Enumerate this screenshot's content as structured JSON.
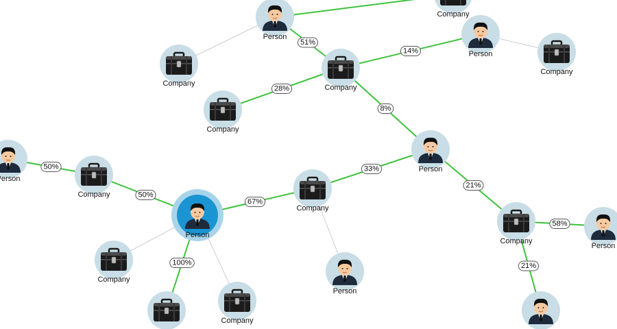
{
  "colors": {
    "ownership_edge": "#3cc23c",
    "plain_edge": "#cccccc",
    "node_circle": "#c8dde6",
    "selected_ring": "#a8d4ea",
    "selected_fill": "#1a95d2",
    "briefcase": "#1b1b1b",
    "suit": "#1e2b3c",
    "skin": "#f7c9a0",
    "hair": "#111111"
  },
  "nodes": [
    {
      "id": "p_top",
      "type": "person",
      "label": "Person"
    },
    {
      "id": "c_topright",
      "type": "company",
      "label": "Company"
    },
    {
      "id": "c_left_top",
      "type": "company",
      "label": "Company"
    },
    {
      "id": "c_center_top",
      "type": "company",
      "label": "Company"
    },
    {
      "id": "p_right_top",
      "type": "person",
      "label": "Person"
    },
    {
      "id": "c_far_right",
      "type": "company",
      "label": "Company"
    },
    {
      "id": "c_left_mid",
      "type": "company",
      "label": "Company"
    },
    {
      "id": "p_center_right",
      "type": "person",
      "label": "Person"
    },
    {
      "id": "p_far_left",
      "type": "person",
      "label": "Person"
    },
    {
      "id": "c_left",
      "type": "company",
      "label": "Company"
    },
    {
      "id": "c_center",
      "type": "company",
      "label": "Company"
    },
    {
      "id": "p_main",
      "type": "person",
      "label": "Person",
      "selected": true
    },
    {
      "id": "c_right",
      "type": "company",
      "label": "Company"
    },
    {
      "id": "p_right_edge",
      "type": "person",
      "label": "Person"
    },
    {
      "id": "c_bottom_left",
      "type": "company",
      "label": "Company"
    },
    {
      "id": "c_bottom_left2",
      "type": "company",
      "label": ""
    },
    {
      "id": "c_bottom_mid",
      "type": "company",
      "label": "Company"
    },
    {
      "id": "p_bottom_center",
      "type": "person",
      "label": "Person"
    },
    {
      "id": "p_bottom_right",
      "type": "person",
      "label": ""
    }
  ],
  "edges": [
    {
      "from": "p_top",
      "to": "c_topright",
      "kind": "ownership",
      "pct": ""
    },
    {
      "from": "p_top",
      "to": "c_left_top",
      "kind": "plain",
      "pct": ""
    },
    {
      "from": "p_top",
      "to": "c_center_top",
      "kind": "ownership",
      "pct": "51%"
    },
    {
      "from": "c_center_top",
      "to": "p_right_top",
      "kind": "ownership",
      "pct": "14%"
    },
    {
      "from": "p_right_top",
      "to": "c_far_right",
      "kind": "plain",
      "pct": ""
    },
    {
      "from": "c_left_mid",
      "to": "c_center_top",
      "kind": "ownership",
      "pct": "28%"
    },
    {
      "from": "c_center_top",
      "to": "p_center_right",
      "kind": "ownership",
      "pct": "8%"
    },
    {
      "from": "p_far_left",
      "to": "c_left",
      "kind": "ownership",
      "pct": "50%"
    },
    {
      "from": "c_left",
      "to": "p_main",
      "kind": "ownership",
      "pct": "50%"
    },
    {
      "from": "p_main",
      "to": "c_center",
      "kind": "ownership",
      "pct": "67%"
    },
    {
      "from": "c_center",
      "to": "p_center_right",
      "kind": "ownership",
      "pct": "33%"
    },
    {
      "from": "p_center_right",
      "to": "c_right",
      "kind": "ownership",
      "pct": "21%"
    },
    {
      "from": "c_right",
      "to": "p_right_edge",
      "kind": "ownership",
      "pct": "58%"
    },
    {
      "from": "c_right",
      "to": "p_bottom_right",
      "kind": "ownership",
      "pct": "21%"
    },
    {
      "from": "p_main",
      "to": "c_bottom_left",
      "kind": "plain",
      "pct": ""
    },
    {
      "from": "p_main",
      "to": "c_bottom_left2",
      "kind": "ownership",
      "pct": "100%"
    },
    {
      "from": "p_main",
      "to": "c_bottom_mid",
      "kind": "plain",
      "pct": ""
    },
    {
      "from": "c_center",
      "to": "p_bottom_center",
      "kind": "plain",
      "pct": ""
    }
  ]
}
